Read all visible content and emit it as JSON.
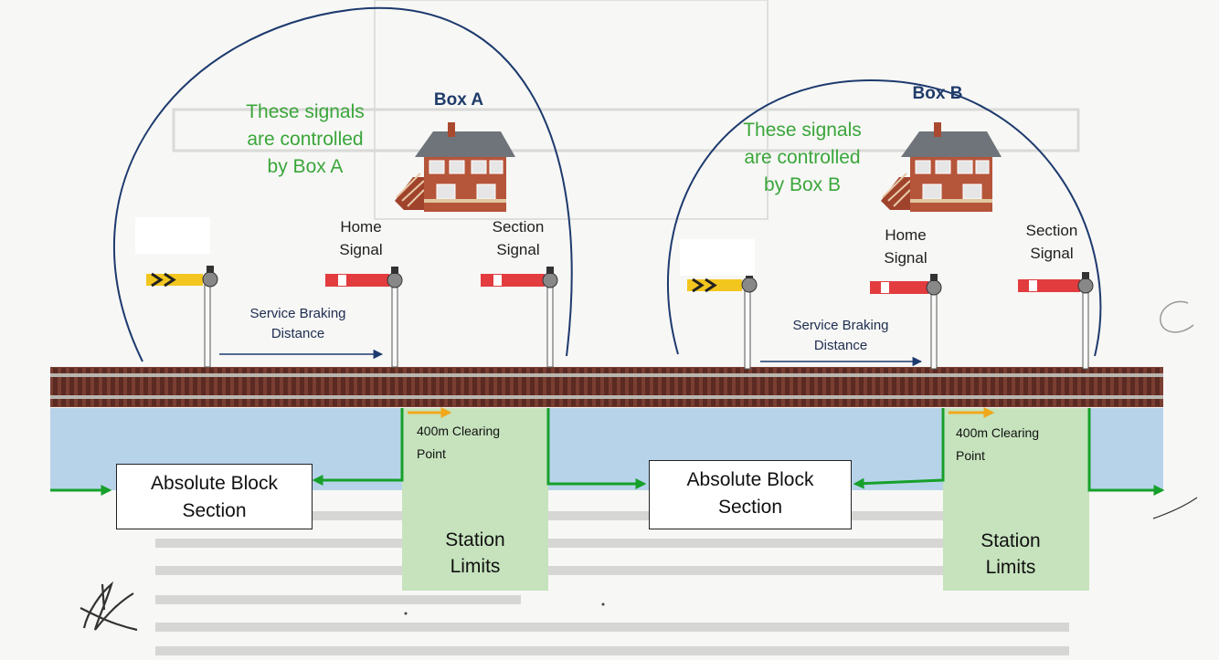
{
  "colors": {
    "green_text": "#3aa63a",
    "box_title": "#1f3c6a",
    "block_zone": "#b7d3ea",
    "station_zone": "#c6e3bd",
    "route_line": "#17a02b",
    "rail": "#7a3e32",
    "signal_red": "#e23c3f",
    "distant_yellow": "#f2c61e",
    "arrow_navy": "#1d3a6e",
    "marker_orange": "#f0a81a"
  },
  "icons": [
    "signal-box-building-icon",
    "semaphore-signal-icon",
    "distant-signal-icon",
    "right-arrow-icon"
  ],
  "box_a": {
    "title": "Box A",
    "controlled_text": [
      "These signals",
      "are controlled",
      "by Box A"
    ],
    "home_signal": [
      "Home",
      "Signal"
    ],
    "section_signal": [
      "Section",
      "Signal"
    ],
    "braking_distance": [
      "Service Braking",
      "Distance"
    ],
    "clearing_point": [
      "400m Clearing",
      "Point"
    ],
    "block_section": [
      "Absolute Block",
      "Section"
    ],
    "station_limits": [
      "Station",
      "Limits"
    ]
  },
  "box_b": {
    "title": "Box B",
    "controlled_text": [
      "These signals",
      "are controlled",
      "by Box B"
    ],
    "home_signal": [
      "Home",
      "Signal"
    ],
    "section_signal": [
      "Section",
      "Signal"
    ],
    "braking_distance": [
      "Service Braking",
      "Distance"
    ],
    "clearing_point": [
      "400m Clearing",
      "Point"
    ],
    "block_section": [
      "Absolute Block",
      "Section"
    ],
    "station_limits": [
      "Station",
      "Limits"
    ]
  }
}
